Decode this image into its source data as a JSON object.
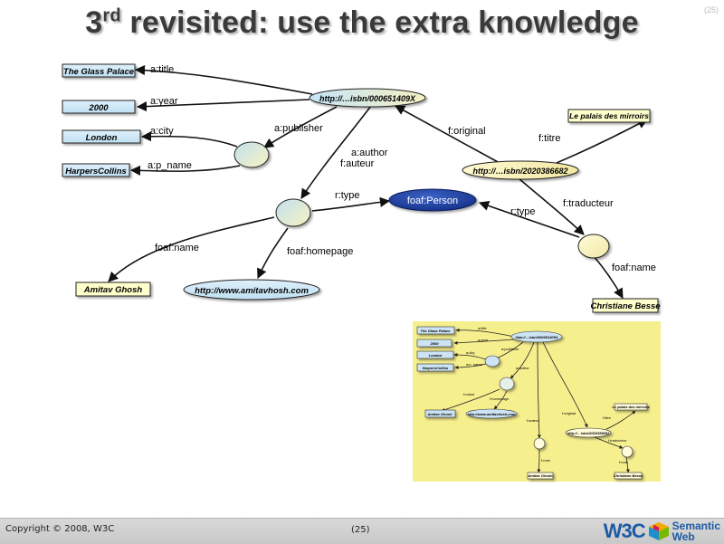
{
  "slide": {
    "title_prefix": "3",
    "title_sup": "rd",
    "title_rest": " revisited: use the extra knowledge",
    "page_number_top": "(25)"
  },
  "diagram": {
    "nodes": {
      "uri_book_en": "http://…isbn/000651409X",
      "uri_book_fr": "http://…isbn/2020386682",
      "person_class": "foaf:Person",
      "lit_title": "The Glass Palace",
      "lit_year": "2000",
      "lit_city": "London",
      "lit_pname": "HarpersCollins",
      "lit_titre": "Le palais des mirroirs",
      "lit_author_name": "Amitav Ghosh",
      "uri_homepage": "http://www.amitavhosh.com",
      "lit_translator_name": "Christiane Besse"
    },
    "edges": {
      "a_title": "a:title",
      "a_year": "a:year",
      "a_publisher": "a:publisher",
      "a_city": "a:city",
      "a_pname": "a:p_name",
      "a_author": "a:author",
      "f_auteur": "f:auteur",
      "f_original": "f:original",
      "f_titre": "f:titre",
      "f_traducteur": "f:traducteur",
      "r_type_1": "r:type",
      "r_type_2": "r:type",
      "foaf_name_1": "foaf:name",
      "foaf_homepage": "foaf:homepage",
      "foaf_name_2": "foaf:name"
    },
    "colors": {
      "literal_fill": "#ffffcc",
      "uri_fill": "#cde8f5",
      "blank_fill": "#cde4f0",
      "person_fill": "#1c3ea0",
      "thumbnail_bg": "#f6ef8e"
    }
  },
  "thumbnail": {
    "labels": {
      "lit_title": "The Glass Palace",
      "lit_year": "2000",
      "lit_city": "London",
      "lit_pname": "HarpersCollins",
      "uri_en": "http://…isbn/000651409X",
      "uri_fr": "http://…isbn/2020386682",
      "lit_titre": "Le palais des mirroirs",
      "author_name": "Amitav Ghosh",
      "homepage": "http://www.amitavhosh.com",
      "auteur_name": "Amitav Ghosh",
      "translator_name": "Christiane Besse",
      "e_title": "a:title",
      "e_year": "a:year",
      "e_publisher": "a:publisher",
      "e_city": "a:city",
      "e_pname": "a:p_name",
      "e_author": "a:author",
      "e_name": "f:name",
      "e_homepage": "f:homepage",
      "e_auteur": "f:auteur",
      "e_original": "f:original",
      "e_titre": "f:titre",
      "e_traducteur": "f:traducteur",
      "e_nom_1": "f:nom",
      "e_nom_2": "f:nom"
    }
  },
  "footer": {
    "copyright": "Copyright © 2008, W3C",
    "page_number": "(25)",
    "logo_w3c": "W3C",
    "logo_sw_1": "Semantic",
    "logo_sw_2": "Web"
  }
}
